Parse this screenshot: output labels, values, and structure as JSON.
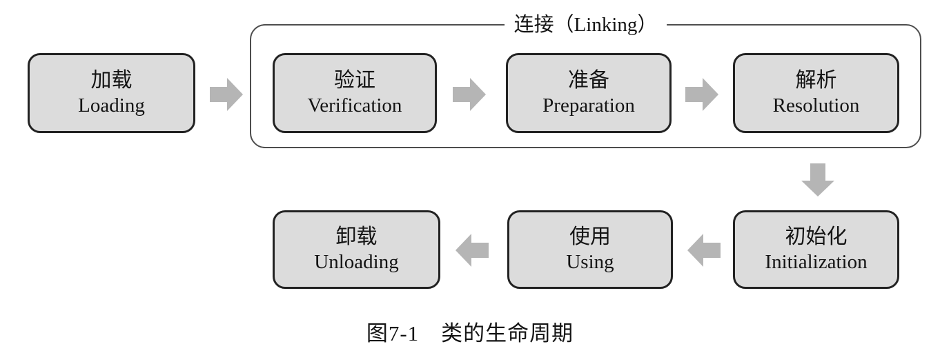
{
  "figure": {
    "caption": "图7-1　类的生命周期"
  },
  "linking_group": {
    "label": "连接（Linking）"
  },
  "nodes": [
    {
      "id": "loading",
      "zh": "加载",
      "en": "Loading"
    },
    {
      "id": "verification",
      "zh": "验证",
      "en": "Verification"
    },
    {
      "id": "preparation",
      "zh": "准备",
      "en": "Preparation"
    },
    {
      "id": "resolution",
      "zh": "解析",
      "en": "Resolution"
    },
    {
      "id": "initialization",
      "zh": "初始化",
      "en": "Initialization"
    },
    {
      "id": "using",
      "zh": "使用",
      "en": "Using"
    },
    {
      "id": "unloading",
      "zh": "卸载",
      "en": "Unloading"
    }
  ],
  "edges": [
    {
      "from": "loading",
      "to": "verification",
      "direction": "right"
    },
    {
      "from": "verification",
      "to": "preparation",
      "direction": "right"
    },
    {
      "from": "preparation",
      "to": "resolution",
      "direction": "right"
    },
    {
      "from": "resolution",
      "to": "initialization",
      "direction": "down"
    },
    {
      "from": "initialization",
      "to": "using",
      "direction": "left"
    },
    {
      "from": "using",
      "to": "unloading",
      "direction": "left"
    }
  ],
  "colors": {
    "background": "#ffffff",
    "box_fill": "#dcdcdc",
    "box_border": "#222222",
    "group_border": "#4d4d4d",
    "arrow": "#b5b5b5",
    "text": "#141414"
  }
}
